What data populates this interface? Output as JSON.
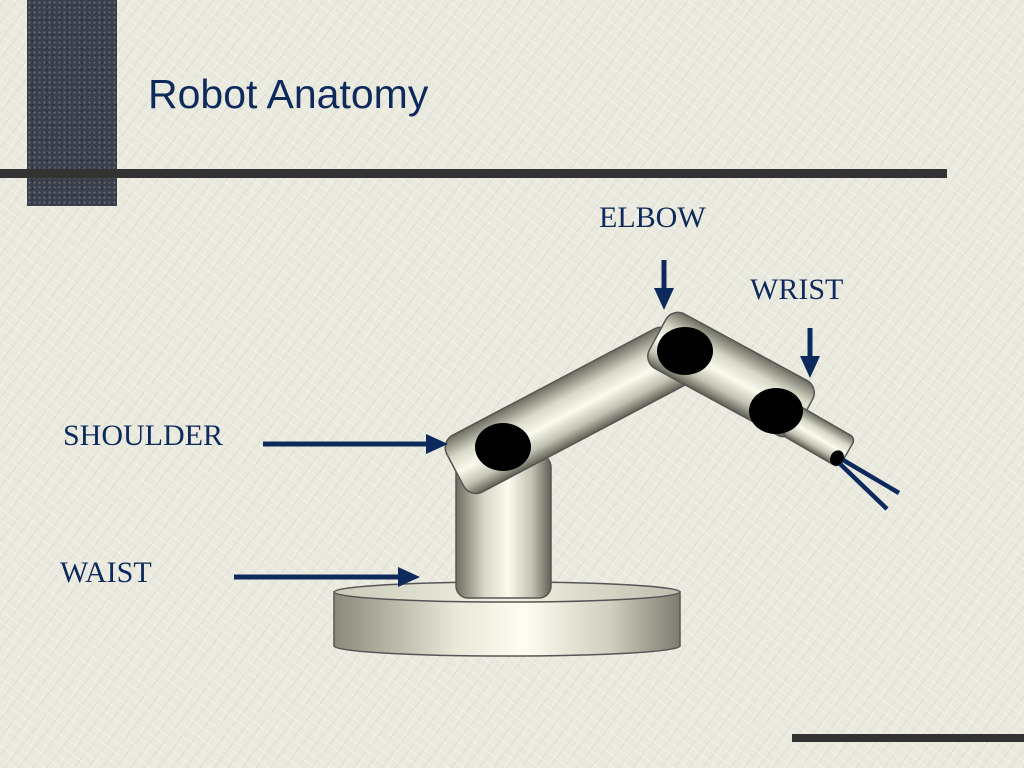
{
  "slide": {
    "title": "Robot Anatomy"
  },
  "labels": {
    "elbow": "ELBOW",
    "wrist": "WRIST",
    "shoulder": "SHOULDER",
    "waist": "WAIST"
  },
  "colors": {
    "title_text": "#0e2a5c",
    "label_text": "#0e2a5c",
    "arrow": "#0e2a5c",
    "rule": "#333333",
    "side_block": "#3b3f4c",
    "joint": "#000000"
  }
}
